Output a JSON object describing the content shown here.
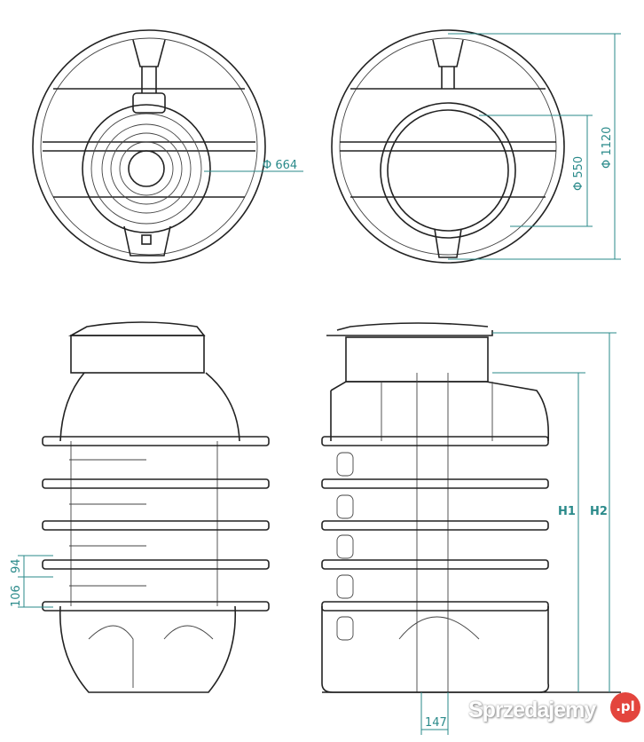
{
  "dimensions": {
    "manhole_diameter": "Φ 664",
    "inlet_diameter": "Φ 550",
    "tank_diameter": "Φ 1120",
    "height_1": "H1",
    "height_2": "H2",
    "rib_spacing_a": "94",
    "rib_spacing_b": "106",
    "base_width": "147"
  },
  "watermark": {
    "text": "Sprzedajemy",
    "badge": ".pl"
  },
  "colors": {
    "dimension": "#2a8a8a",
    "outline": "#222222",
    "badge": "#e3453d"
  }
}
